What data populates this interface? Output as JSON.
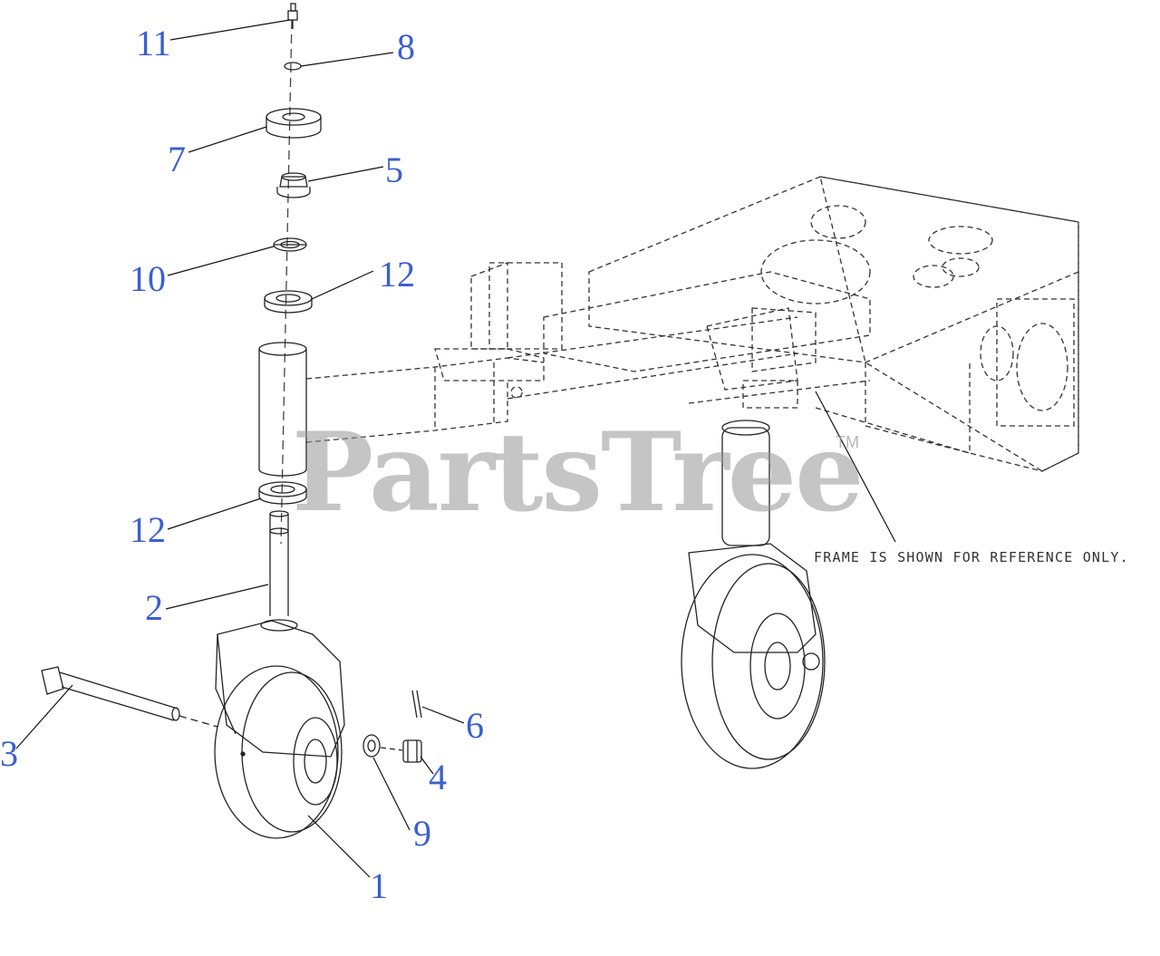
{
  "watermark": {
    "brand": "PartsTree",
    "trademark": "TM"
  },
  "note": "FRAME IS SHOWN FOR REFERENCE ONLY.",
  "callouts": {
    "c11": "11",
    "c8": "8",
    "c7": "7",
    "c5": "5",
    "c10": "10",
    "c12a": "12",
    "c12b": "12",
    "c2": "2",
    "c3": "3",
    "c6": "6",
    "c4": "4",
    "c9": "9",
    "c1": "1"
  },
  "colors": {
    "callout": "#3b5fd0",
    "line": "#222222",
    "watermark": "#969696"
  }
}
